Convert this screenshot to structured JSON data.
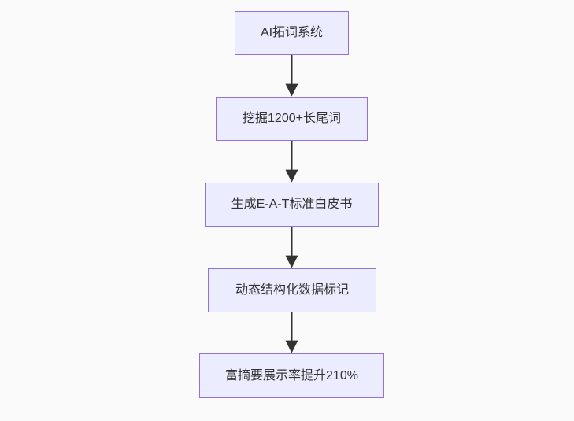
{
  "page": {
    "background_color": "#fafafa"
  },
  "diagram": {
    "type": "flowchart",
    "direction": "top-to-bottom",
    "node_fill_color": "#ECECFF",
    "node_border_color": "#9370DB",
    "edge_color": "#333333",
    "text_color": "#333333",
    "nodes": [
      {
        "id": "A",
        "label": "AI拓词系统"
      },
      {
        "id": "B",
        "label": "挖掘1200+长尾词"
      },
      {
        "id": "C",
        "label": "生成E-A-T标准白皮书"
      },
      {
        "id": "D",
        "label": "动态结构化数据标记"
      },
      {
        "id": "E",
        "label": "富摘要展示率提升210%"
      }
    ],
    "edges": [
      {
        "from": "A",
        "to": "B"
      },
      {
        "from": "B",
        "to": "C"
      },
      {
        "from": "C",
        "to": "D"
      },
      {
        "from": "D",
        "to": "E"
      }
    ]
  }
}
